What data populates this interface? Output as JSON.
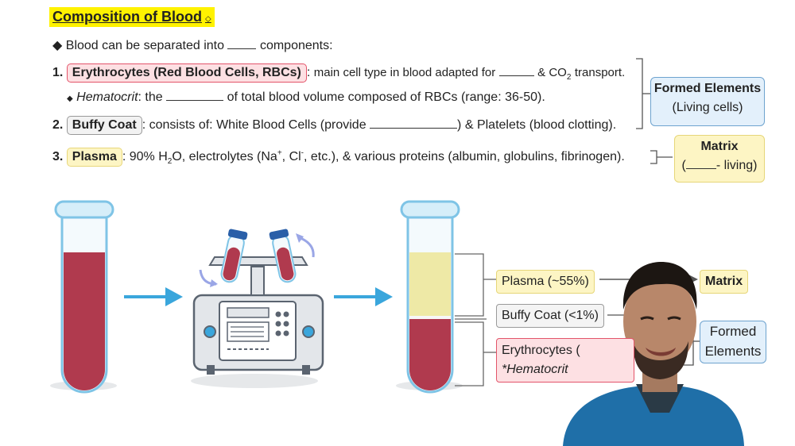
{
  "title": "Composition of Blood",
  "title_mark": "⬦",
  "intro": {
    "before": "Blood can be separated into",
    "after": "components:"
  },
  "item1": {
    "num": "1.",
    "pill": "Erythrocytes (Red Blood Cells, RBCs)",
    "colon": ":",
    "text_a": "main cell type in blood adapted for",
    "text_b": "& CO",
    "sub": "2",
    "text_c": "transport."
  },
  "hematocrit": {
    "term": "Hematocrit",
    "text_a": ": the",
    "text_b": "of total blood volume composed of RBCs (range: 36-50)."
  },
  "item2": {
    "num": "2.",
    "pill": "Buffy Coat",
    "colon": ":",
    "text_a": "consists of: White Blood Cells (provide",
    "text_b": ") & Platelets (blood clotting)."
  },
  "item3": {
    "num": "3.",
    "pill": "Plasma",
    "colon": ":",
    "text_a": "90% H",
    "sub": "2",
    "text_b": "O, electrolytes (Na",
    "sup1": "+",
    "text_c": ", Cl",
    "sup2": "-",
    "text_d": ", etc.), & various proteins (albumin, globulins, fibrinogen)."
  },
  "formed_box": {
    "line1": "Formed Elements",
    "line2": "(Living cells)"
  },
  "matrix_box": {
    "line1": "Matrix",
    "line2a": "(",
    "line2b": "- living)"
  },
  "diagram": {
    "plasma": "Plasma (~55%)",
    "buffy": "Buffy Coat (<1%)",
    "erythro_a": "Erythrocytes (",
    "erythro_b": "*Hematocrit",
    "matrix": "Matrix",
    "formed_1": "Formed",
    "formed_2": "Elements"
  },
  "colors": {
    "blood": "#b03a4e",
    "plasma": "#eee9a6",
    "tube": "#7fc4e6",
    "arrow": "#3aa6dc",
    "centrifuge": "#e3e6ea",
    "shirt": "#1f6fa8"
  }
}
